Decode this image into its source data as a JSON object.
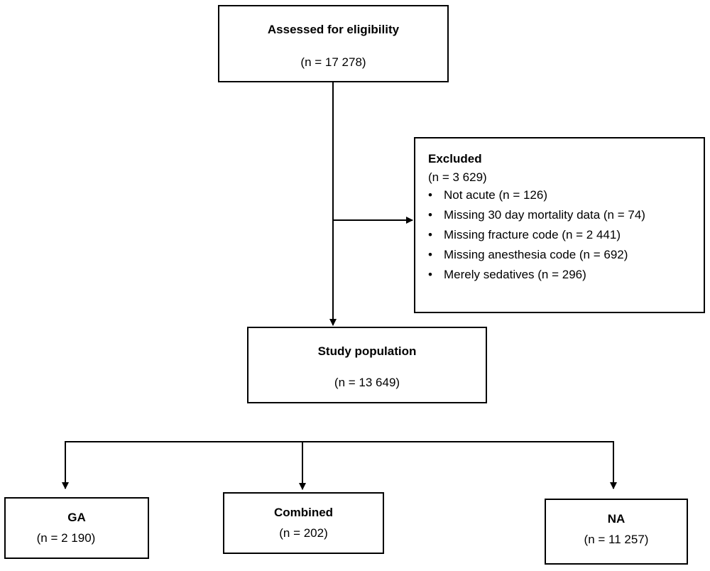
{
  "eligibility": {
    "title": "Assessed for eligibility",
    "count": "(n = 17 278)"
  },
  "excluded": {
    "title": "Excluded",
    "count": "(n = 3 629)",
    "items": [
      "Not acute (n = 126)",
      "Missing 30 day mortality data (n = 74)",
      "Missing fracture code (n = 2 441)",
      "Missing anesthesia code (n = 692)",
      "Merely sedatives (n = 296)"
    ]
  },
  "study_population": {
    "title": "Study population",
    "count": "(n = 13 649)"
  },
  "groups": [
    {
      "title": "GA",
      "count": "(n = 2 190)"
    },
    {
      "title": "Combined",
      "count": "(n = 202)"
    },
    {
      "title": "NA",
      "count": "(n = 11 257)"
    }
  ],
  "colors": {
    "line": "#000000",
    "background": "#ffffff"
  }
}
